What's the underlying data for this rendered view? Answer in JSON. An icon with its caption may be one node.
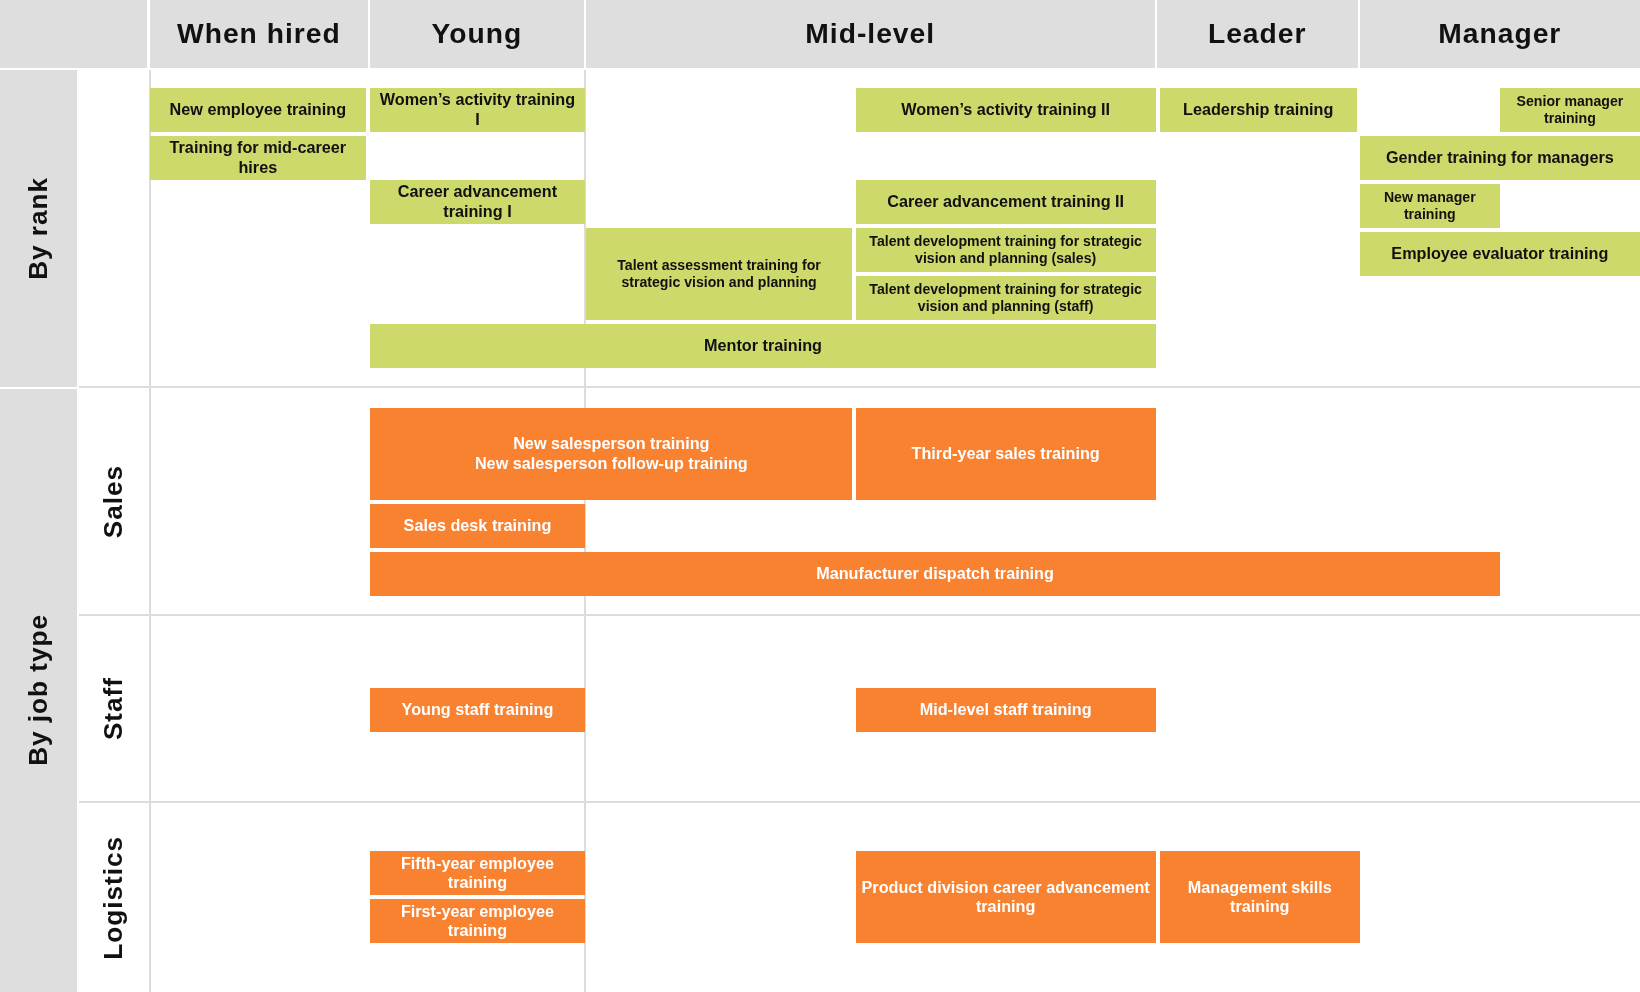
{
  "diagram": {
    "nodes": [
      {
        "text": [
          "When hired"
        ]
      },
      {
        "text": [
          "Young"
        ]
      },
      {
        "text": [
          "Mid-level"
        ]
      },
      {
        "text": [
          "Leader"
        ]
      },
      {
        "text": [
          "Manager"
        ]
      },
      {
        "text": [
          "By rank"
        ]
      },
      {
        "text": [
          "By job type"
        ]
      },
      {
        "text": [
          "Sales"
        ]
      },
      {
        "text": [
          "Staff"
        ]
      },
      {
        "text": [
          "Logistics"
        ]
      },
      {
        "text": [
          "New employee training"
        ]
      },
      {
        "text": [
          "Women’s activity training I"
        ]
      },
      {
        "text": [
          "Women’s activity training II"
        ]
      },
      {
        "text": [
          "Leadership training"
        ]
      },
      {
        "text": [
          "Senior manager training"
        ]
      },
      {
        "text": [
          "Training for mid-career hires"
        ]
      },
      {
        "text": [
          "Gender training for managers"
        ]
      },
      {
        "text": [
          "Career advancement training I"
        ]
      },
      {
        "text": [
          "Career advancement training II"
        ]
      },
      {
        "text": [
          "New manager training"
        ]
      },
      {
        "text": [
          "Talent assessment training for strategic vision and planning"
        ]
      },
      {
        "text": [
          "Talent development training for strategic vision and planning (sales)"
        ]
      },
      {
        "text": [
          "Employee evaluator training"
        ]
      },
      {
        "text": [
          "Talent development training for strategic vision and planning (staff)"
        ]
      },
      {
        "text": [
          "Mentor training"
        ]
      },
      {
        "text": [
          "New salesperson training",
          "New salesperson follow-up training"
        ]
      },
      {
        "text": [
          "Third-year sales training"
        ]
      },
      {
        "text": [
          "Sales desk training"
        ]
      },
      {
        "text": [
          "Manufacturer dispatch training"
        ]
      },
      {
        "text": [
          "Young staff training"
        ]
      },
      {
        "text": [
          "Mid-level staff training"
        ]
      },
      {
        "text": [
          "Fifth-year employee training"
        ]
      },
      {
        "text": [
          "Product division career advancement training"
        ]
      },
      {
        "text": [
          "Management skills training"
        ]
      },
      {
        "text": [
          "First-year employee training"
        ]
      }
    ],
    "edges": []
  }
}
